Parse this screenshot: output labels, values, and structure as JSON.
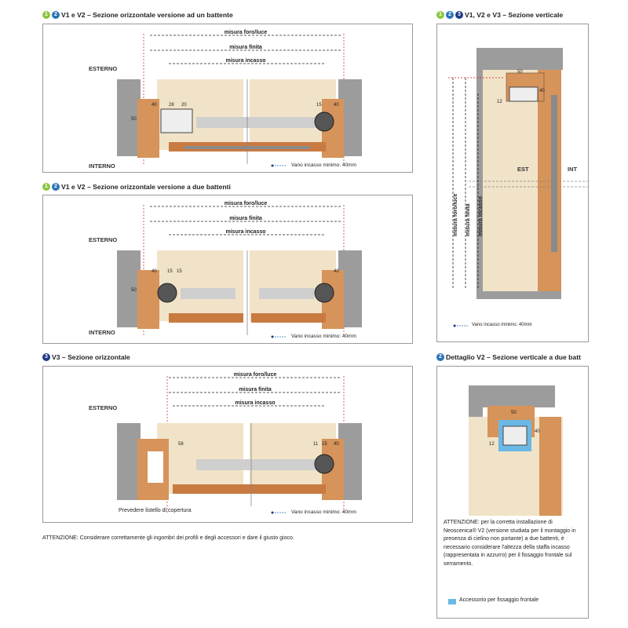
{
  "sections": {
    "s1": {
      "title": "V1 e V2 – Sezione orizzontale versione ad un battente",
      "badges": [
        "1",
        "2"
      ]
    },
    "s2": {
      "title": "V1 e V2 – Sezione orizzontale versione a due battenti",
      "badges": [
        "1",
        "2"
      ]
    },
    "s3": {
      "title": "V3 – Sezione orizzontale",
      "badges": [
        "3"
      ]
    },
    "s4": {
      "title": "V1, V2 e V3 – Sezione verticale",
      "badges": [
        "1",
        "2",
        "3"
      ]
    },
    "s5": {
      "title": "Dettaglio V2 – Sezione verticale a due batt",
      "badges": [
        "2"
      ]
    }
  },
  "dims": {
    "foro": "misura foro/luce",
    "finita": "misura finita",
    "incasso": "misura incasso"
  },
  "labels": {
    "esterno": "ESTERNO",
    "interno": "INTERNO",
    "est": "EST",
    "int": "INT",
    "vano": "Vano incasso minimo: 40mm",
    "listello": "Prevedere listello di copertura"
  },
  "numbers": {
    "p1": [
      "40",
      "28",
      "20",
      "15",
      "40",
      "50"
    ],
    "p2": [
      "40",
      "15",
      "15",
      "40",
      "50"
    ],
    "p3": [
      "58",
      "11",
      "15",
      "40"
    ],
    "p4": [
      "50",
      "40",
      "12"
    ],
    "p5": [
      "50",
      "40",
      "12"
    ]
  },
  "notes": {
    "bottom": "ATTENZIONE: Considerare correttamente gli ingombri dei profili e degli accessori e dare il giusto gioco.",
    "detail": "ATTENZIONE: per la corretta installazione di Neoscenica® V2 (versione studiata per il montaggio in presenza di cielino non portante) a due battenti, è necessario considerare l'altezza della staffa incasso (rappresentata in azzurro) per il fissaggio frontale sul serramento.",
    "legend": "Accessorio per fissaggio frontale"
  },
  "colors": {
    "wood": "#d6935a",
    "wall": "#9c9c9c",
    "panel": "#f1e3c8",
    "accent": "#6bb8e6",
    "dim": "#d11a1a"
  }
}
